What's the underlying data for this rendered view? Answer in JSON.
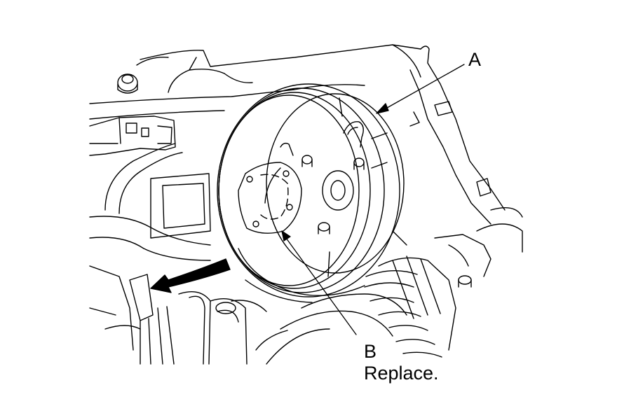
{
  "callouts": {
    "a": "A",
    "b": "B",
    "b_note": "Replace."
  },
  "colors": {
    "line": "#000000",
    "background": "#ffffff"
  }
}
